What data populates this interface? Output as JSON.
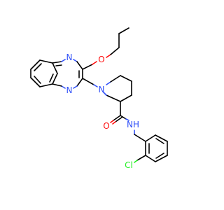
{
  "molecule": {
    "atoms": {
      "quinoxaline_n_top": "N",
      "quinoxaline_n_bottom": "N",
      "propoxy_o": "O",
      "piperidine_n": "N",
      "carbonyl_o": "O",
      "amide_nh": "NH",
      "chloro": "Cl"
    }
  },
  "colors": {
    "carbon_bond": "#000000",
    "nitrogen": "#3050F8",
    "oxygen": "#FF0D0D",
    "chlorine": "#1FF01F",
    "background": "#ffffff"
  }
}
